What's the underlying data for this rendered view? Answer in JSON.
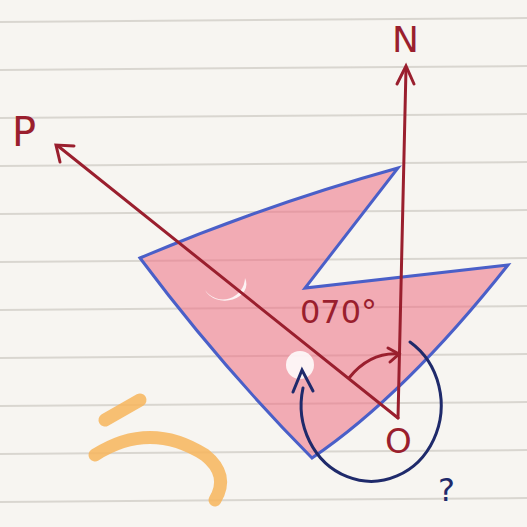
{
  "diagram": {
    "labels": [
      "P",
      "N",
      "070°",
      "O",
      "?"
    ]
  }
}
